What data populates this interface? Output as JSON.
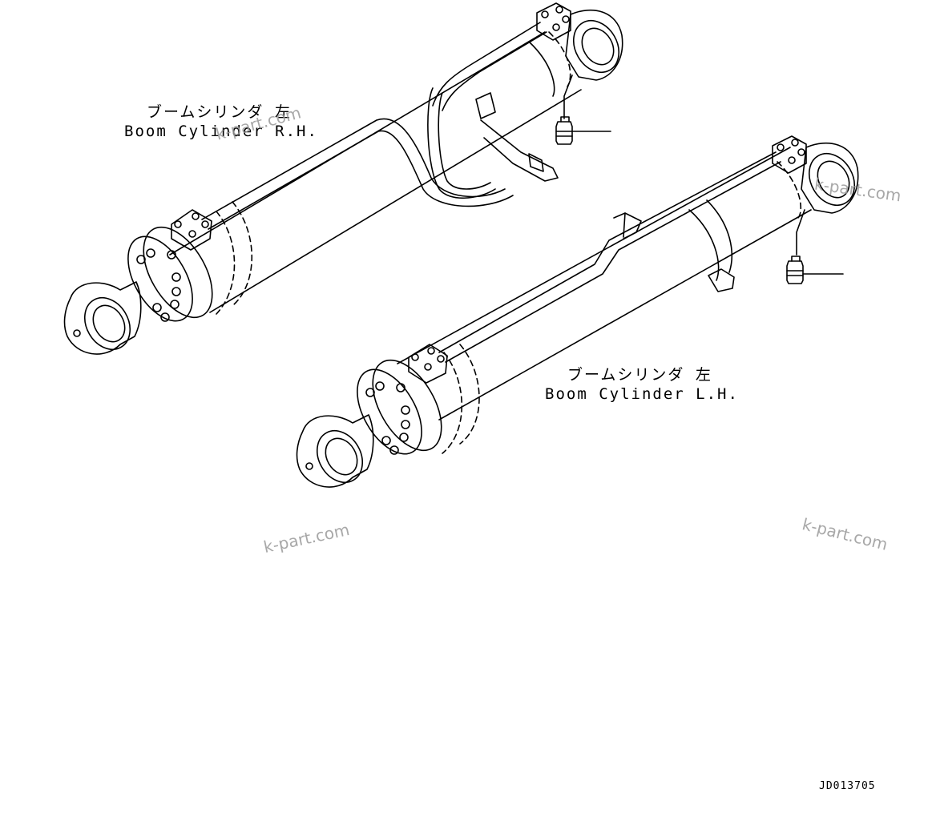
{
  "labels": {
    "rh": {
      "jp": "ブームシリンダ 左",
      "en": "Boom Cylinder R.H."
    },
    "lh": {
      "jp": "ブームシリンダ 左",
      "en": "Boom Cylinder L.H."
    }
  },
  "watermarks": [
    "k-part.com",
    "k-part.com",
    "k-part.com",
    "k-part.com"
  ],
  "drawing_number": "JD013705"
}
